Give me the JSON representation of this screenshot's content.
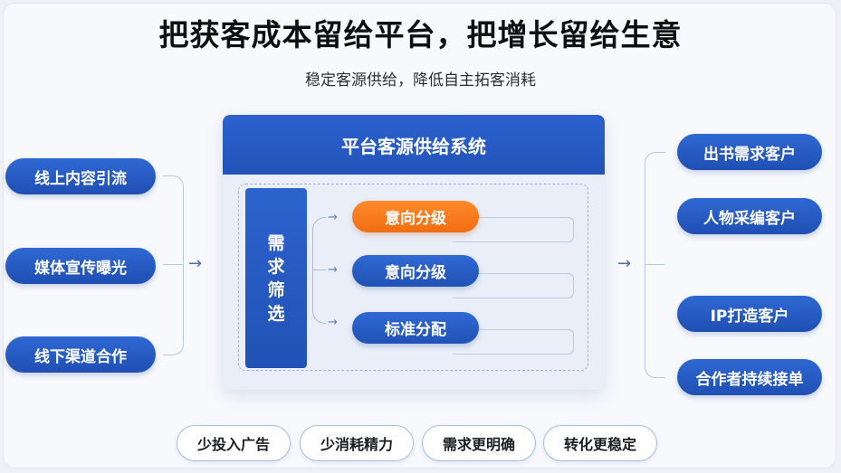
{
  "title": "把获客成本留给平台，把增长留给生意",
  "subtitle": "稳定客源供给，降低自主拓客消耗",
  "left_sources": [
    "线上内容引流",
    "媒体宣传曝光",
    "线下渠道合作"
  ],
  "center": {
    "header": "平台客源供给系统",
    "filter_label": "需求筛选",
    "tiers": [
      "意向分级",
      "意向分级",
      "标准分配"
    ]
  },
  "right_targets": [
    "出书需求客户",
    "人物采编客户",
    "IP打造客户",
    "合作者持续接单"
  ],
  "benefits": [
    "少投入广告",
    "少消耗精力",
    "需求更明确",
    "转化更稳定"
  ],
  "colors": {
    "primary_blue": "#2253b8",
    "highlight_orange": "#f06d10",
    "background": "#f7f9fd"
  },
  "icons": {
    "flow_arrow": "right-arrow-icon"
  }
}
